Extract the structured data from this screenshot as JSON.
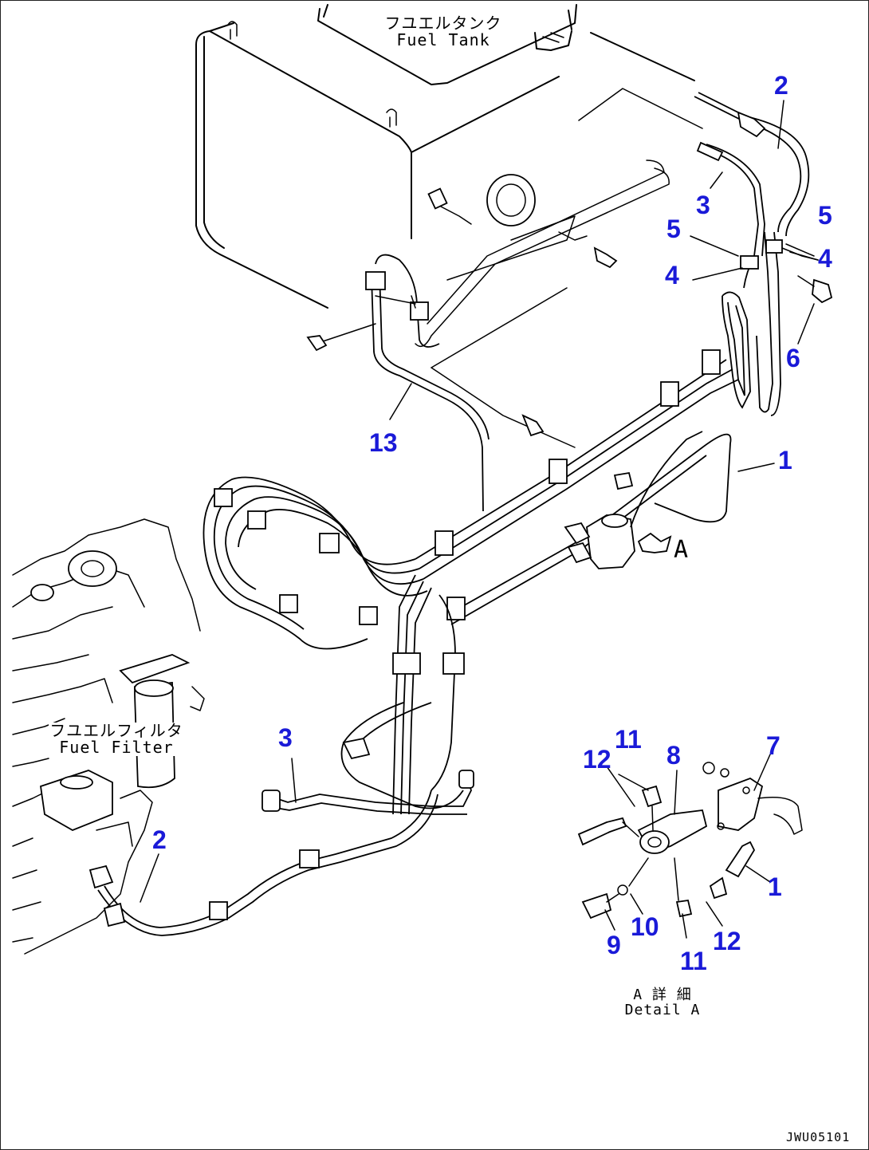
{
  "colors": {
    "callout": "#1a1ad8",
    "line": "#000000",
    "background": "#ffffff"
  },
  "labels": {
    "fuel_tank_jp": "フユエルタンク",
    "fuel_tank_en": "Fuel Tank",
    "fuel_filter_jp": "フユエルフィルタ",
    "fuel_filter_en": "Fuel Filter",
    "view_arrow": "A",
    "detail_jp": "A 詳 細",
    "detail_en": "Detail A",
    "drawing_code": "JWU05101"
  },
  "callouts": {
    "c1_top": "1",
    "c2_top": "2",
    "c3_top": "3",
    "c4_a": "4",
    "c4_b": "4",
    "c5_a": "5",
    "c5_b": "5",
    "c6": "6",
    "c13": "13",
    "c3_bottom": "3",
    "c2_bottom": "2",
    "c11_top": "11",
    "c12_top": "12",
    "c8": "8",
    "c7": "7",
    "c1_detail": "1",
    "c10": "10",
    "c9": "9",
    "c11_bottom": "11",
    "c12_bottom": "12"
  }
}
